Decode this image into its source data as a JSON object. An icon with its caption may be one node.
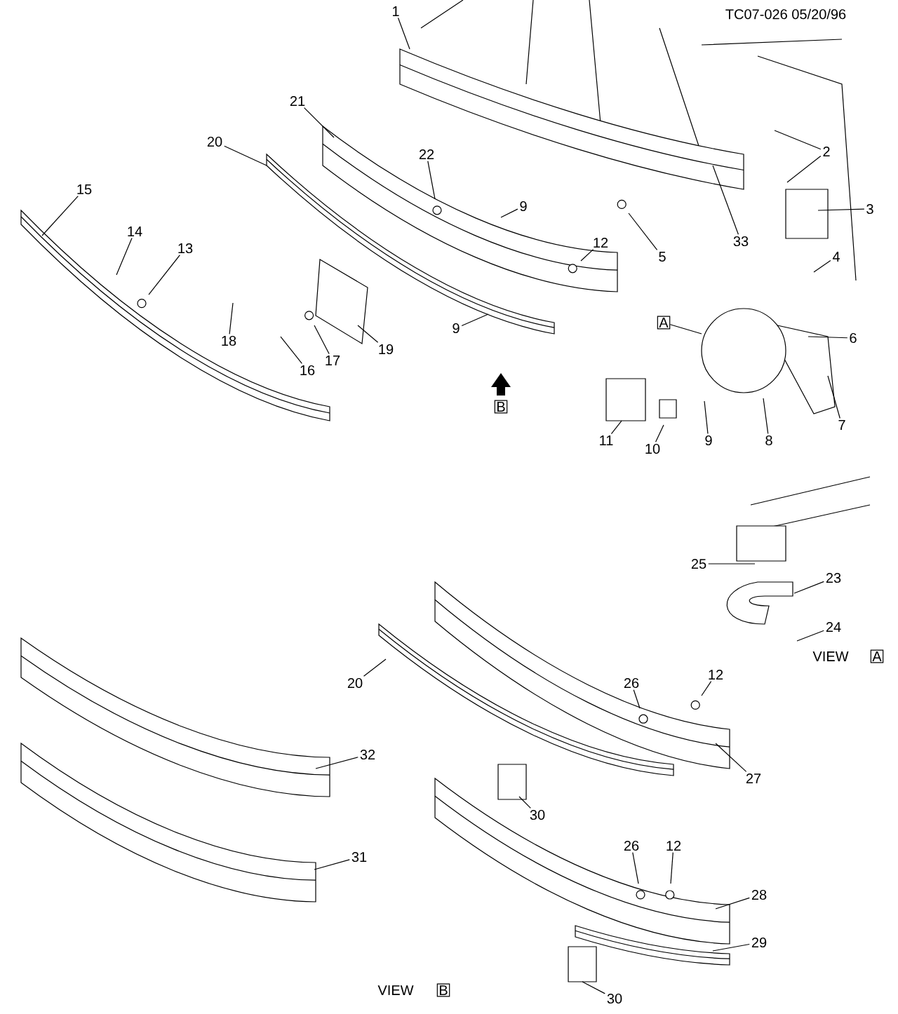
{
  "diagram": {
    "nodes": [
      {
        "text": [
          "1"
        ]
      },
      {
        "text": [
          "21"
        ]
      },
      {
        "text": [
          "20"
        ]
      },
      {
        "text": [
          "22"
        ]
      },
      {
        "text": [
          "9"
        ]
      },
      {
        "text": [
          "15"
        ]
      },
      {
        "text": [
          "14"
        ]
      },
      {
        "text": [
          "13"
        ]
      },
      {
        "text": [
          "9"
        ]
      },
      {
        "text": [
          "12"
        ]
      },
      {
        "text": [
          "5"
        ]
      },
      {
        "text": [
          "33"
        ]
      },
      {
        "text": [
          "2"
        ]
      },
      {
        "text": [
          "3"
        ]
      },
      {
        "text": [
          "4"
        ]
      },
      {
        "text": [
          "A"
        ]
      },
      {
        "text": [
          "6"
        ]
      },
      {
        "text": [
          "7"
        ]
      },
      {
        "text": [
          "8"
        ]
      },
      {
        "text": [
          "9"
        ]
      },
      {
        "text": [
          "10"
        ]
      },
      {
        "text": [
          "11"
        ]
      },
      {
        "text": [
          "19"
        ]
      },
      {
        "text": [
          "18"
        ]
      },
      {
        "text": [
          "16"
        ]
      },
      {
        "text": [
          "17"
        ]
      },
      {
        "text": [
          "25"
        ]
      },
      {
        "text": [
          "23"
        ]
      },
      {
        "text": [
          "24"
        ]
      },
      {
        "text": [
          "26"
        ]
      },
      {
        "text": [
          "12"
        ]
      },
      {
        "text": [
          "20"
        ]
      },
      {
        "text": [
          "32"
        ]
      },
      {
        "text": [
          "27"
        ]
      },
      {
        "text": [
          "30"
        ]
      },
      {
        "text": [
          "31"
        ]
      },
      {
        "text": [
          "26"
        ]
      },
      {
        "text": [
          "12"
        ]
      },
      {
        "text": [
          "28"
        ]
      },
      {
        "text": [
          "29"
        ]
      },
      {
        "text": [
          "30"
        ]
      }
    ],
    "edges": [
      {
        "from": 0,
        "to": null,
        "arrow": "none"
      },
      {
        "from": 1,
        "to": null,
        "arrow": "none"
      },
      {
        "from": 2,
        "to": null,
        "arrow": "none"
      },
      {
        "from": 3,
        "to": null,
        "arrow": "none"
      },
      {
        "from": 4,
        "to": null,
        "arrow": "none"
      },
      {
        "from": 5,
        "to": null,
        "arrow": "none"
      },
      {
        "from": 6,
        "to": null,
        "arrow": "none"
      },
      {
        "from": 7,
        "to": null,
        "arrow": "none"
      },
      {
        "from": 8,
        "to": null,
        "arrow": "none"
      },
      {
        "from": 9,
        "to": null,
        "arrow": "none"
      },
      {
        "from": 10,
        "to": null,
        "arrow": "none"
      },
      {
        "from": 11,
        "to": null,
        "arrow": "none"
      },
      {
        "from": 12,
        "to": null,
        "arrow": "none"
      },
      {
        "from": 12,
        "to": null,
        "arrow": "none"
      },
      {
        "from": 13,
        "to": null,
        "arrow": "none"
      },
      {
        "from": 14,
        "to": null,
        "arrow": "none"
      },
      {
        "from": 15,
        "to": null,
        "arrow": "none"
      },
      {
        "from": 16,
        "to": null,
        "arrow": "none"
      },
      {
        "from": 17,
        "to": null,
        "arrow": "none"
      },
      {
        "from": 18,
        "to": null,
        "arrow": "none"
      },
      {
        "from": 19,
        "to": null,
        "arrow": "none"
      },
      {
        "from": 20,
        "to": null,
        "arrow": "none"
      },
      {
        "from": 21,
        "to": null,
        "arrow": "none"
      },
      {
        "from": 22,
        "to": null,
        "arrow": "none"
      },
      {
        "from": 23,
        "to": null,
        "arrow": "none"
      },
      {
        "from": 24,
        "to": null,
        "arrow": "none"
      },
      {
        "from": 25,
        "to": null,
        "arrow": "none"
      },
      {
        "from": 26,
        "to": null,
        "arrow": "none"
      },
      {
        "from": 27,
        "to": null,
        "arrow": "none"
      },
      {
        "from": 28,
        "to": null,
        "arrow": "none"
      },
      {
        "from": 29,
        "to": null,
        "arrow": "none"
      },
      {
        "from": 30,
        "to": null,
        "arrow": "none"
      },
      {
        "from": 31,
        "to": null,
        "arrow": "none"
      },
      {
        "from": 32,
        "to": null,
        "arrow": "none"
      },
      {
        "from": 33,
        "to": null,
        "arrow": "none"
      },
      {
        "from": 34,
        "to": null,
        "arrow": "none"
      },
      {
        "from": 35,
        "to": null,
        "arrow": "none"
      },
      {
        "from": 36,
        "to": null,
        "arrow": "none"
      },
      {
        "from": 37,
        "to": null,
        "arrow": "none"
      },
      {
        "from": 38,
        "to": null,
        "arrow": "none"
      },
      {
        "from": 39,
        "to": null,
        "arrow": "none"
      },
      {
        "from": 40,
        "to": null,
        "arrow": "none"
      }
    ],
    "labels": [
      "TC07-026 05/20/96",
      "B",
      "VIEW",
      "A",
      "VIEW",
      "B"
    ]
  }
}
